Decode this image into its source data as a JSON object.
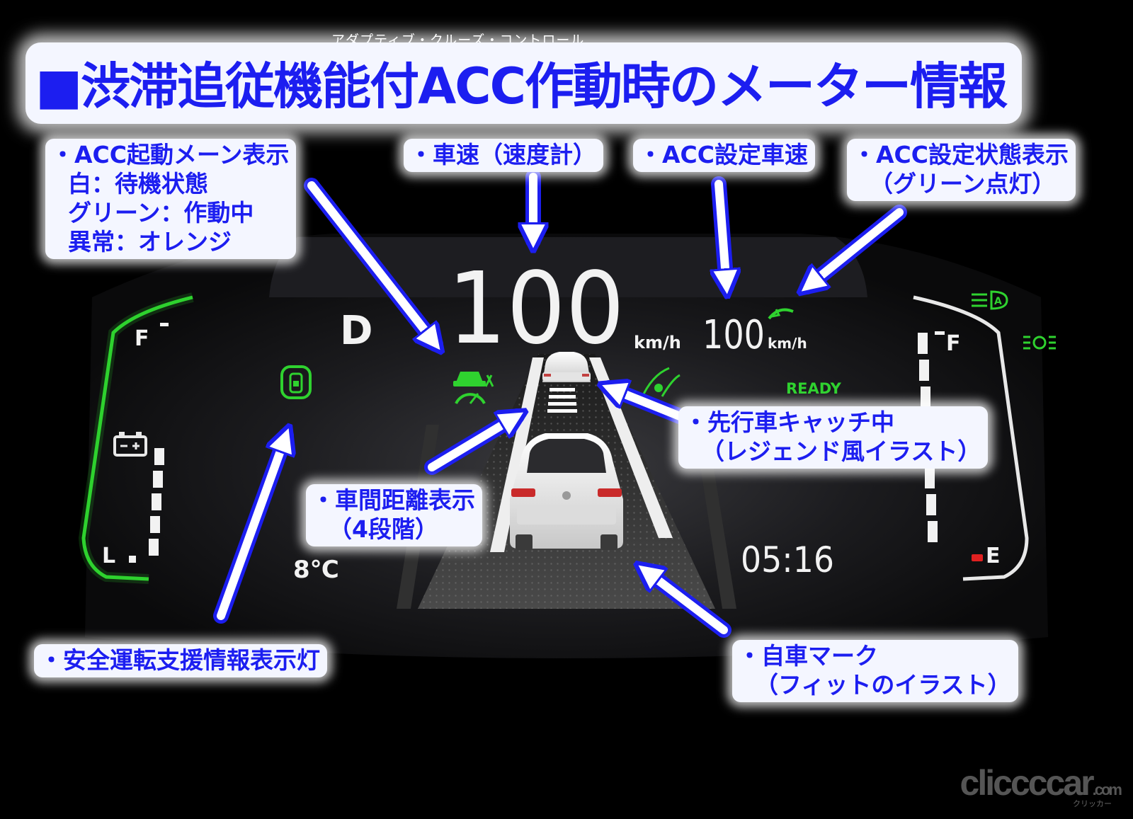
{
  "header": {
    "ruby": "アダプティブ・クルーズ・コントロール",
    "title": "■渋滞追従機能付ACC作動時のメーター情報"
  },
  "meter": {
    "gear": "D",
    "speed": "100",
    "speed_unit": "km/h",
    "acc_set_speed": "100",
    "acc_set_unit": "km/h",
    "ready": "READY",
    "fuel_full": "F",
    "fuel_empty": "E",
    "gauge_low": "L",
    "outside_temp": "8℃",
    "clock": "05:16",
    "accent_green": "#2fd22f",
    "icons": [
      "safety-support-icon",
      "acc-cruise-icon",
      "lane-keep-icon",
      "leading-car-icon",
      "own-car-icon",
      "battery-icon",
      "auto-highbeam-icon",
      "position-light-icon",
      "acc-set-status-icon"
    ]
  },
  "callouts": {
    "acc_mode": {
      "l1": "・ACC起動メーン表示",
      "l2": "白：待機状態",
      "l3": "グリーン：作動中",
      "l4": "異常：オレンジ"
    },
    "speed": "・車速（速度計）",
    "acc_set_speed": "・ACC設定車速",
    "acc_status": {
      "l1": "・ACC設定状態表示",
      "l2": "（グリーン点灯）"
    },
    "leading_car": {
      "l1": "・先行車キャッチ中",
      "l2": "（レジェンド風イラスト）"
    },
    "distance": {
      "l1": "・車間距離表示",
      "l2": "（4段階）"
    },
    "safety": "・安全運転支援情報表示灯",
    "own_car": {
      "l1": "・自車マーク",
      "l2": "（フィットのイラスト）"
    }
  },
  "watermark": {
    "brand": "cliccccar",
    "sub": "クリッカー",
    "suffix": ".com"
  }
}
